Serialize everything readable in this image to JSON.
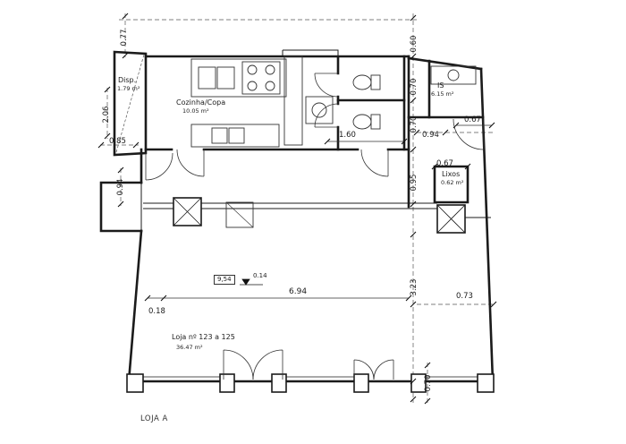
{
  "title": {
    "label": "LOJA A"
  },
  "rooms": {
    "disp": {
      "name": "Disp.",
      "area": "1.79 m²"
    },
    "cozinha": {
      "name": "Cozinha/Copa",
      "area": "10.05 m²"
    },
    "is": {
      "name": "IS",
      "area": "6.15 m²"
    },
    "lixos": {
      "name": "Lixos",
      "area": "0.62 m²"
    },
    "loja": {
      "name": "Loja nº 123 a 125",
      "area": "36.47 m²"
    }
  },
  "dimensions": {
    "v077": "0.77",
    "v206": "2.06",
    "h085": "0.85",
    "v094_left": "0.94",
    "h018": "0.18",
    "h694": "6.94",
    "v060": "0.60",
    "v070_a": "0.70",
    "v070_b": "0.70",
    "h094_right": "0.94",
    "h160": "1.60",
    "h067_upper": "0.67",
    "h067_lower": "0.67",
    "v095": "0.95",
    "v323": "3.23",
    "h073": "0.73",
    "v070_bottom": "0.70"
  },
  "markers": {
    "level_value": "9,54",
    "level_offset": "0.14"
  },
  "colors": {
    "wall_line": "#1b1b1b",
    "dim_line": "#444444",
    "text": "#1b1b1b"
  }
}
